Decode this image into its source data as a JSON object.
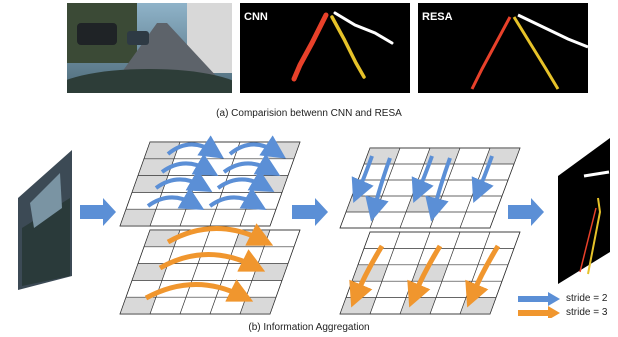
{
  "top_row": {
    "panels": [
      {
        "label": ""
      },
      {
        "label": "CNN"
      },
      {
        "label": "RESA"
      }
    ],
    "caption": "(a) Comparision betwenn CNN and RESA"
  },
  "bottom_row": {
    "caption": "(b) Information Aggregation",
    "legend": [
      {
        "text": "stride = 2",
        "color": "#5b8fd6"
      },
      {
        "text": "stride = 3",
        "color": "#f0962e"
      }
    ]
  },
  "colors": {
    "lane_red": "#e8412a",
    "lane_yellow": "#e6c229",
    "lane_white": "#ffffff",
    "arrow_blue": "#5b8fd6",
    "arrow_orange": "#f0962e",
    "grid_fill": "#d9d9d9"
  }
}
